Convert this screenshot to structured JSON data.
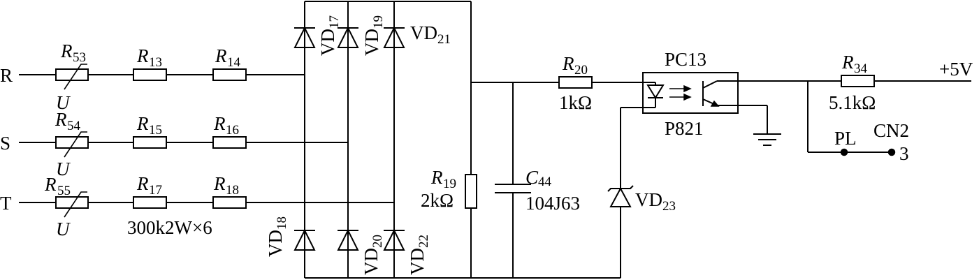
{
  "inputs": {
    "r": "R",
    "s": "S",
    "t": "T"
  },
  "varistors": [
    {
      "letter": "R",
      "sub": "53",
      "u": "U"
    },
    {
      "letter": "R",
      "sub": "54",
      "u": "U"
    },
    {
      "letter": "R",
      "sub": "55",
      "u": "U"
    }
  ],
  "resistors": {
    "r13": {
      "letter": "R",
      "sub": "13"
    },
    "r14": {
      "letter": "R",
      "sub": "14"
    },
    "r15": {
      "letter": "R",
      "sub": "15"
    },
    "r16": {
      "letter": "R",
      "sub": "16"
    },
    "r17": {
      "letter": "R",
      "sub": "17"
    },
    "r18": {
      "letter": "R",
      "sub": "18"
    },
    "r19": {
      "letter": "R",
      "sub": "19",
      "value": "2kΩ"
    },
    "r20": {
      "letter": "R",
      "sub": "20",
      "value": "1kΩ"
    },
    "r34": {
      "letter": "R",
      "sub": "34",
      "value": "5.1kΩ"
    },
    "series_value": "300k2W×6"
  },
  "diodes": {
    "vd17": {
      "letter": "VD",
      "sub": "17"
    },
    "vd18": {
      "letter": "VD",
      "sub": "18"
    },
    "vd19": {
      "letter": "VD",
      "sub": "19"
    },
    "vd20": {
      "letter": "VD",
      "sub": "20"
    },
    "vd21": {
      "letter": "VD",
      "sub": "21"
    },
    "vd22": {
      "letter": "VD",
      "sub": "22"
    },
    "vd23": {
      "letter": "VD",
      "sub": "23"
    }
  },
  "capacitor": {
    "letter": "C",
    "sub": "44",
    "value": "104J63"
  },
  "optocoupler": {
    "name": "PC13",
    "part": "P821"
  },
  "supply": "+5V",
  "connector": {
    "signal": "PL",
    "name": "CN2",
    "pin": "3"
  }
}
